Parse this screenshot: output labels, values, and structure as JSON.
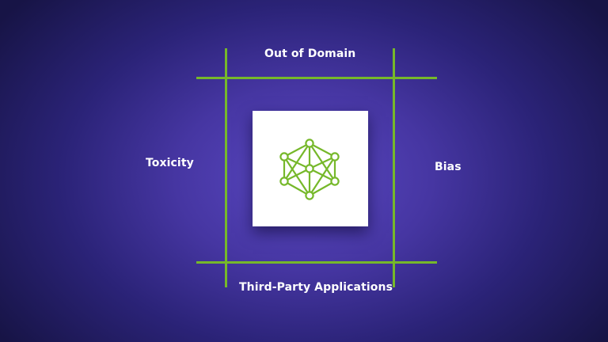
{
  "labels": {
    "top": "Out of Domain",
    "left": "Toxicity",
    "right": "Bias",
    "bottom": "Third-Party Applications"
  },
  "colors": {
    "accent": "#76b82a",
    "background": "#4636a2",
    "card": "#ffffff",
    "text": "#ffffff"
  },
  "icon": {
    "name": "neural-network-icon"
  }
}
